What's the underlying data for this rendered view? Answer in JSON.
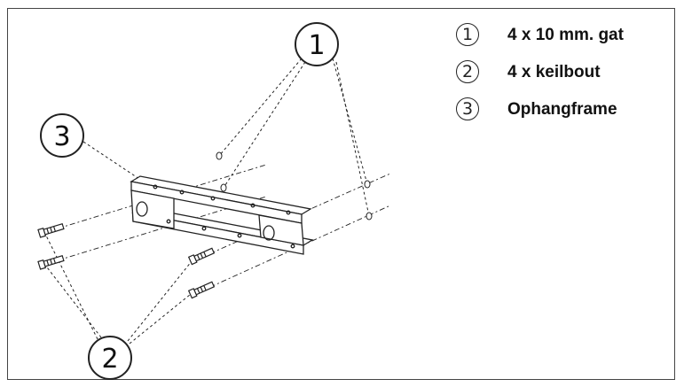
{
  "diagram": {
    "callouts": {
      "one": "1",
      "two": "2",
      "three": "3"
    },
    "legend": [
      {
        "num": "1",
        "label": "4 x 10 mm. gat"
      },
      {
        "num": "2",
        "label": "4 x keilbout"
      },
      {
        "num": "3",
        "label": "Ophangframe"
      }
    ]
  },
  "colors": {
    "line": "#222222",
    "frame": "#444444"
  }
}
